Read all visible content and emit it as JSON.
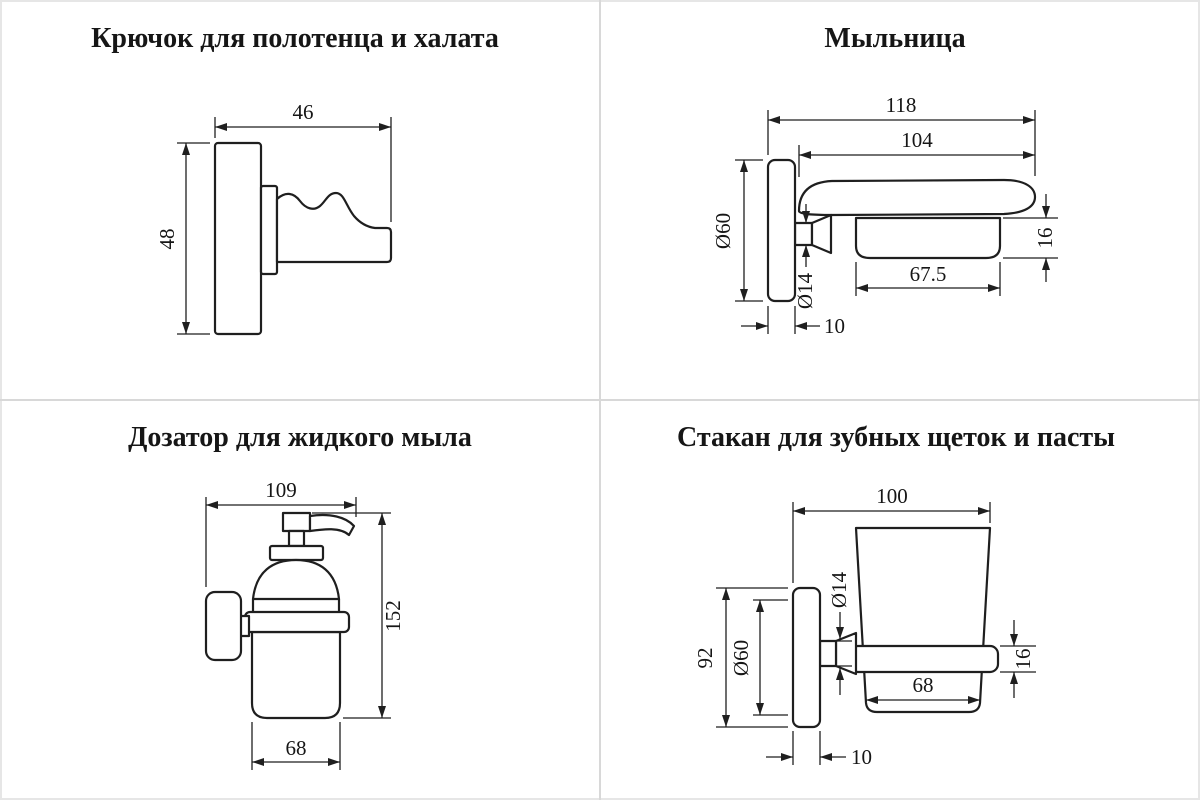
{
  "panels": {
    "hook": {
      "title": "Крючок для полотенца и халата",
      "dims": {
        "width": "46",
        "height": "48"
      }
    },
    "soap": {
      "title": "Мыльница",
      "dims": {
        "overall": "118",
        "dish": "104",
        "plate": "Ø60",
        "stem": "Ø14",
        "glass_height": "16",
        "glass_width": "67.5",
        "thickness": "10"
      }
    },
    "dispenser": {
      "title": "Дозатор для жидкого мыла",
      "dims": {
        "width": "109",
        "height": "152",
        "body": "68"
      }
    },
    "cup": {
      "title": "Стакан для зубных щеток и пасты",
      "dims": {
        "width": "100",
        "height": "92",
        "plate": "Ø60",
        "stem": "Ø14",
        "ring": "16",
        "body": "68",
        "thickness": "10"
      }
    }
  },
  "colors": {
    "line": "#1f1f1f",
    "divider": "#d8d8d8",
    "background": "#ffffff"
  }
}
